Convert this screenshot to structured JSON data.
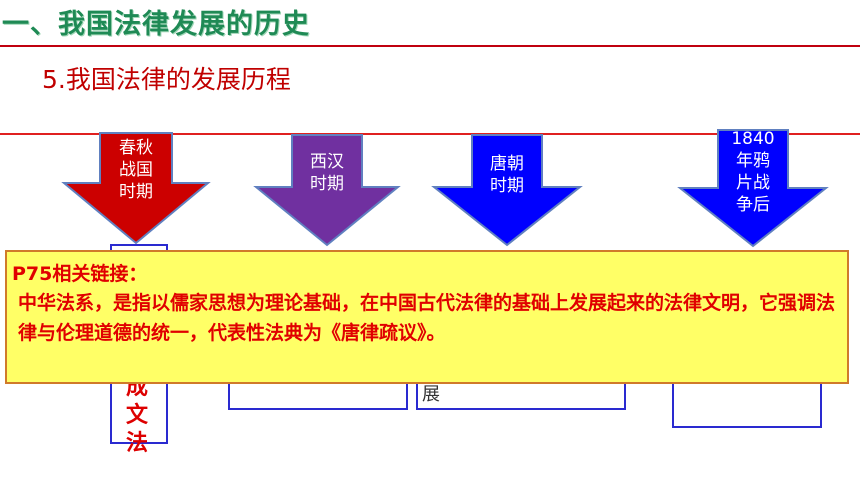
{
  "header": {
    "section_title": "一、我国法律发展的历史",
    "subtitle": "5.我国法律的发展历程"
  },
  "timeline": {
    "arrows": [
      {
        "label": "春秋\n战国\n时期",
        "color": "#cc0000"
      },
      {
        "label": "西汉\n时期",
        "color": "#7030a0"
      },
      {
        "label": "唐朝\n时期",
        "color": "#0000ff"
      },
      {
        "label": "1840\n年鸦\n片战\n争后",
        "color": "#0000ff"
      }
    ],
    "box1_partial_text": "成\n文\n法",
    "box3_partial_text": "展"
  },
  "callout": {
    "heading": "P75相关链接：",
    "body": "中华法系，是指以儒家思想为理论基础，在中国古代法律的基础上发展起来的法律文明，它强调法律与伦理道德的统一，代表性法典为《唐律疏议》。"
  },
  "colors": {
    "accent_red": "#e00000",
    "callout_bg": "#ffff66",
    "title_green": "#1f8a55"
  }
}
